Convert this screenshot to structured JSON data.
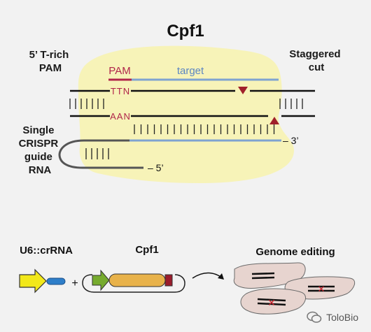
{
  "title": "Cpf1",
  "labels": {
    "pam_side": [
      "5’ T-rich",
      "PAM"
    ],
    "cut_side": [
      "Staggered",
      "cut"
    ],
    "guide": [
      "Single",
      "CRISPR",
      "guide",
      "RNA"
    ]
  },
  "strand": {
    "pam": "PAM",
    "target": "target",
    "top_seq": "TTN",
    "bottom_seq": "AAN",
    "three_prime": "– 3’",
    "five_prime": "– 5’"
  },
  "bottom": {
    "construct_label": "U6::crRNA",
    "plus": "+",
    "plasmid_label": "Cpf1",
    "editing_label": "Genome editing"
  },
  "watermark": "ToloBio",
  "colors": {
    "protein_blob": "#f7f3b8",
    "pam_red": "#b0254a",
    "target_blue": "#7fa3d1",
    "cut_marker": "#a0202a",
    "promoter_yellow": "#f2e81a",
    "crRNA_blue": "#2e7ec9",
    "cpf1_gene": "#e8b24a",
    "promoter_green": "#76ab2e",
    "terminator": "#9a1c2c",
    "cell": "#e7d4cf",
    "dna_black": "#111111"
  },
  "icons": [
    "right-arrow-icon",
    "wechat-icon"
  ]
}
